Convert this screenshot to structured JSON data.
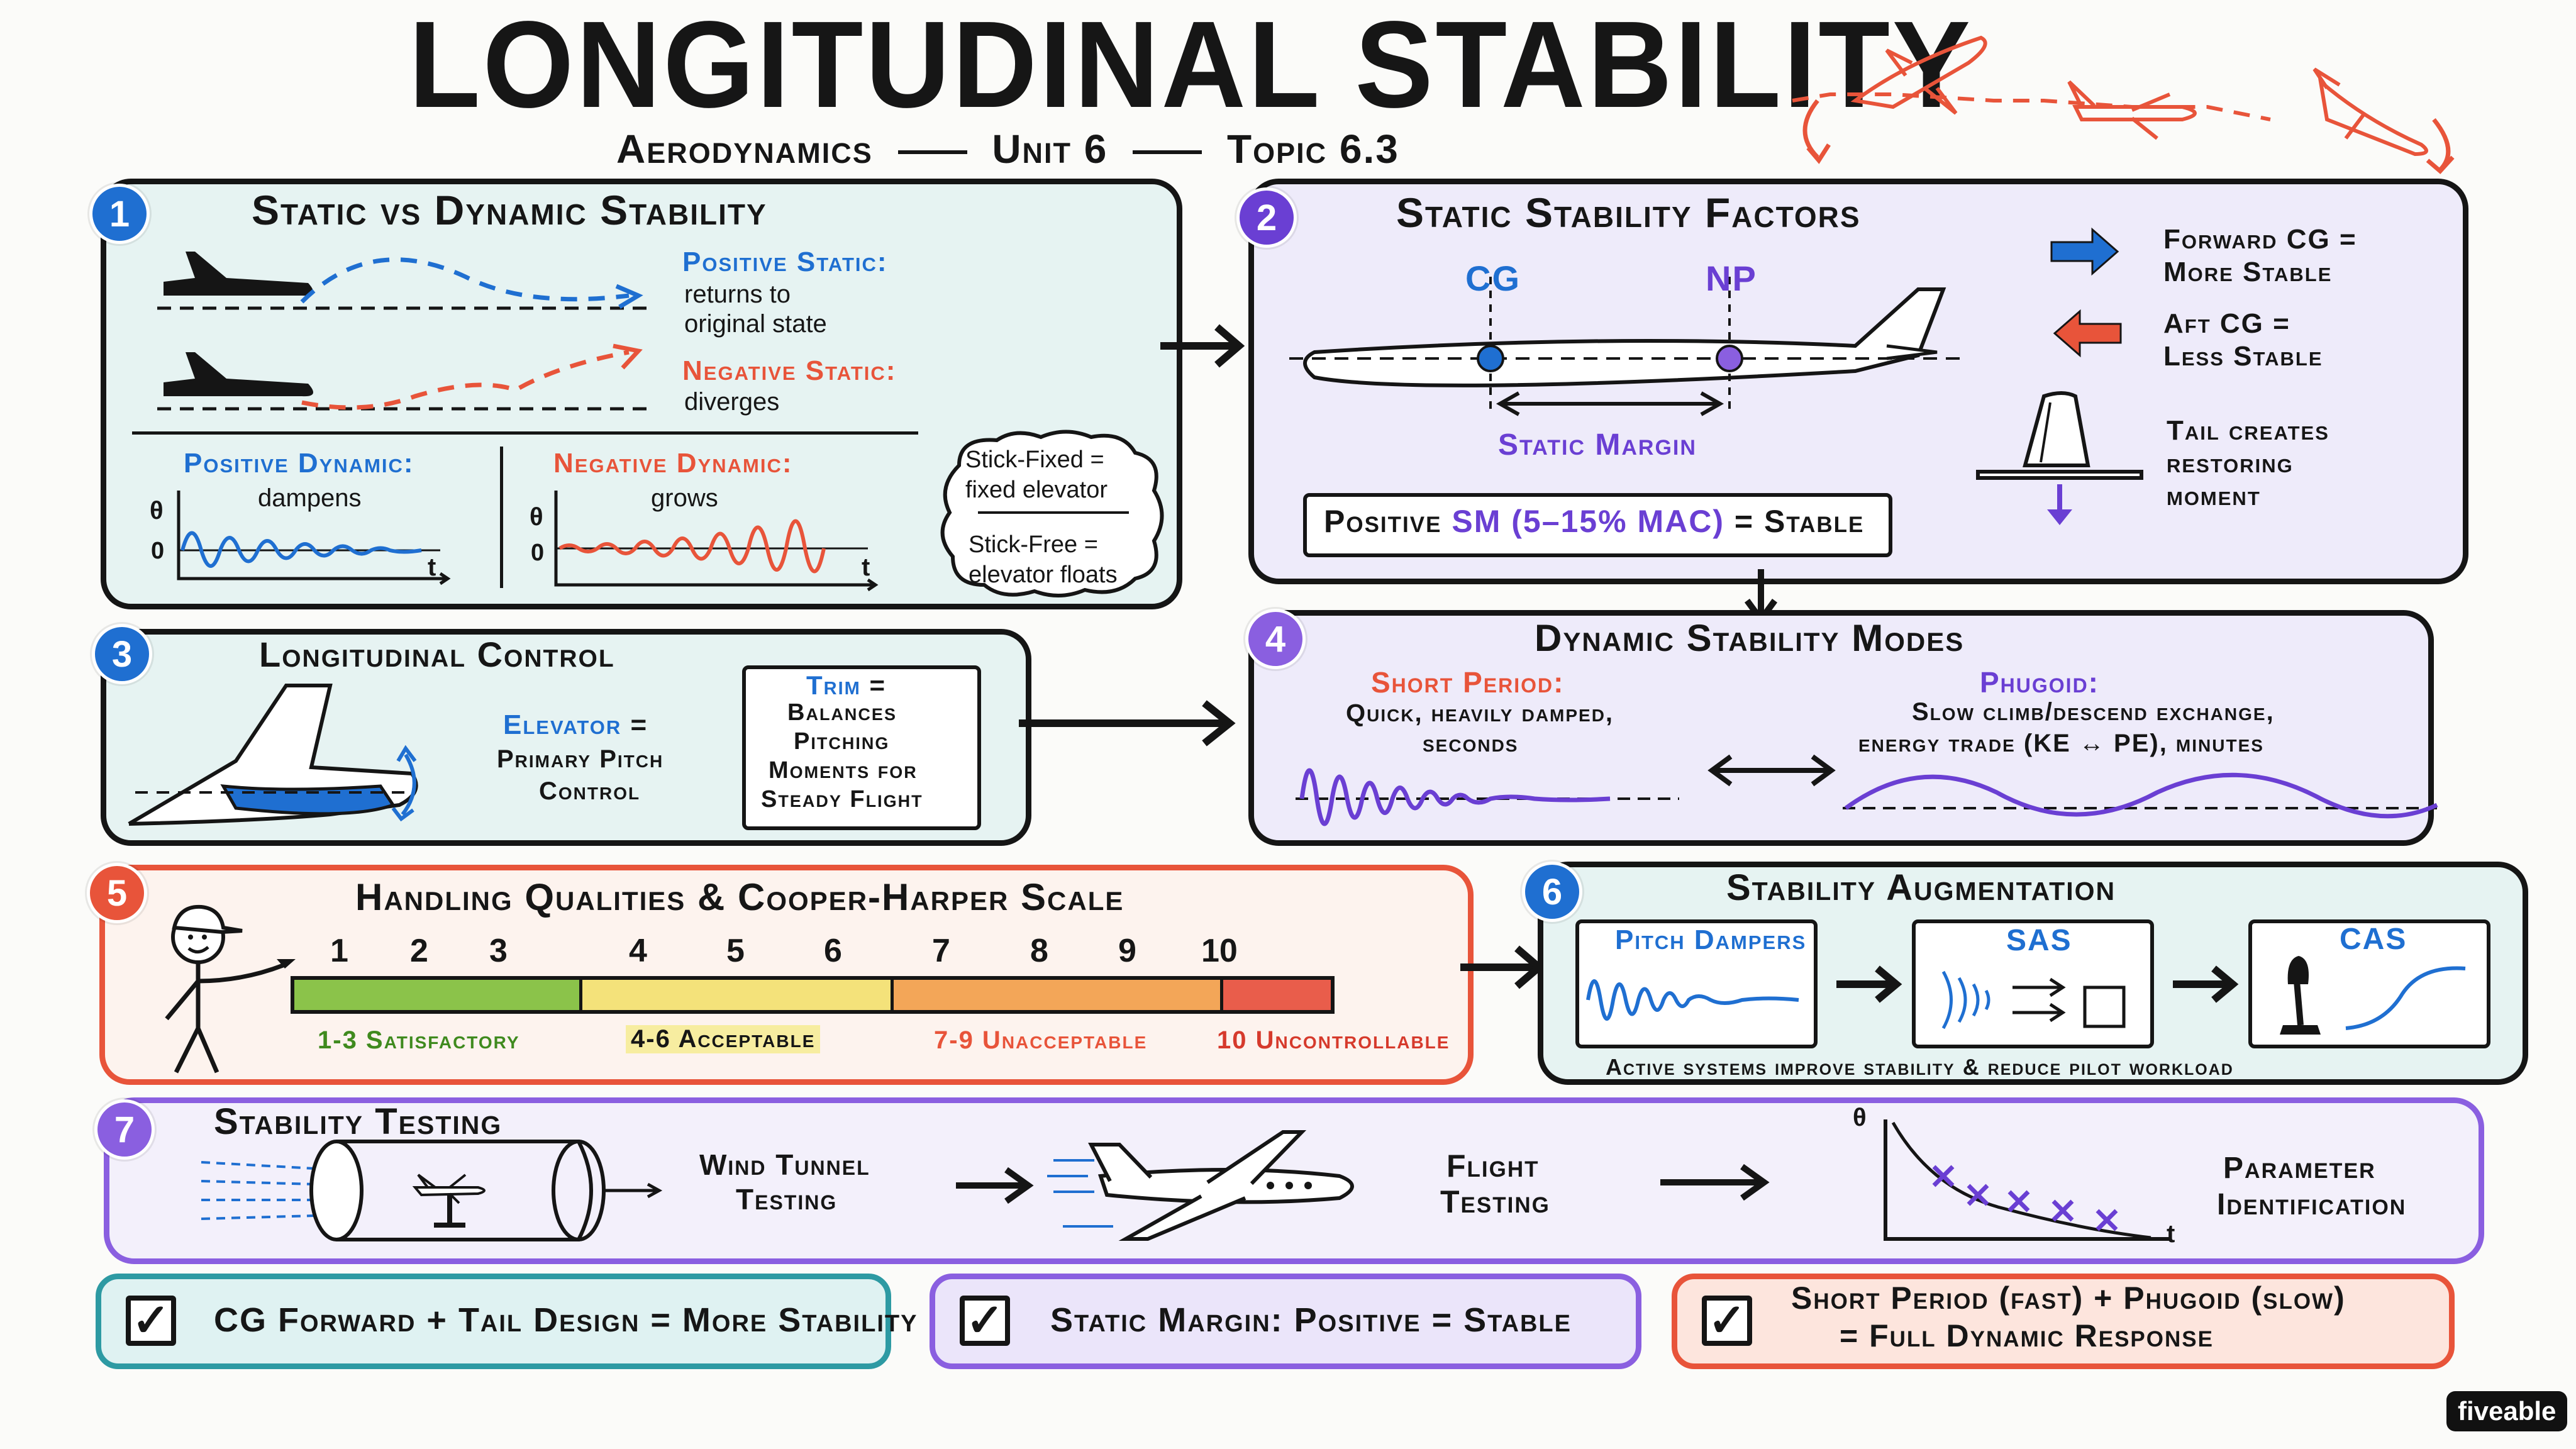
{
  "title": "Longitudinal Stability",
  "subtitle": {
    "subject": "Aerodynamics",
    "unit": "Unit 6",
    "topic": "Topic 6.3"
  },
  "colors": {
    "blue": "#1f6fd1",
    "red": "#e8543a",
    "purple": "#6a3fd3",
    "teal_bg": "#e6f3f2",
    "lavender_bg": "#eeebfa",
    "cream_bg": "#fdf3ee",
    "green": "#8bc34a",
    "yellow": "#f4e27a",
    "orange": "#f3a658",
    "redbar": "#e95d4b"
  },
  "panels": {
    "p1": {
      "number": "1",
      "title": "Static vs Dynamic Stability",
      "pos_static_title": "Positive Static:",
      "pos_static_1": "returns to",
      "pos_static_2": "original state",
      "neg_static_title": "Negative Static:",
      "neg_static_2": "diverges",
      "pos_dyn_title": "Positive Dynamic:",
      "pos_dyn_sub": "dampens",
      "neg_dyn_title": "Negative Dynamic:",
      "neg_dyn_sub": "grows",
      "axis_theta": "θ",
      "axis_zero": "0",
      "axis_t": "t",
      "stick_fixed_1": "Stick-Fixed =",
      "stick_fixed_2": "fixed elevator",
      "stick_free_1": "Stick-Free =",
      "stick_free_2": "elevator floats"
    },
    "p2": {
      "number": "2",
      "title": "Static Stability Factors",
      "cg": "CG",
      "np": "NP",
      "margin": "Static Margin",
      "sm_prefix": "Positive",
      "sm_highlight": "SM (5–15% MAC)",
      "sm_suffix": "= Stable",
      "fwd_1": "Forward CG =",
      "fwd_2": "More Stable",
      "aft_1": "Aft CG =",
      "aft_2": "Less Stable",
      "tail_1": "Tail creates",
      "tail_2": "restoring",
      "tail_3": "moment"
    },
    "p3": {
      "number": "3",
      "title": "Longitudinal Control",
      "elev_title": "Elevator",
      "elev_eq": "=",
      "elev_2": "Primary Pitch",
      "elev_3": "Control",
      "trim_title": "Trim",
      "trim_eq": "=",
      "trim_2": "Balances",
      "trim_3": "Pitching",
      "trim_4": "Moments for",
      "trim_5": "Steady Flight"
    },
    "p4": {
      "number": "4",
      "title": "Dynamic Stability Modes",
      "short_title": "Short Period:",
      "short_1": "Quick, heavily damped,",
      "short_2": "seconds",
      "phug_title": "Phugoid:",
      "phug_1": "Slow climb/descend exchange,",
      "phug_2": "energy trade (KE ↔ PE), minutes"
    },
    "p5": {
      "number": "5",
      "title": "Handling Qualities & Cooper-Harper Scale",
      "ticks": [
        "1",
        "2",
        "3",
        "4",
        "5",
        "6",
        "7",
        "8",
        "9",
        "10"
      ],
      "sat": "1-3 Satisfactory",
      "acc": "4-6 Acceptable",
      "unacc": "7-9 Unacceptable",
      "unctrl": "10 Uncontrollable"
    },
    "p6": {
      "number": "6",
      "title": "Stability Augmentation",
      "pitch": "Pitch Dampers",
      "sas": "SAS",
      "cas": "CAS",
      "footer": "Active systems improve stability & reduce pilot workload"
    },
    "p7": {
      "number": "7",
      "title": "Stability Testing",
      "wind_1": "Wind Tunnel",
      "wind_2": "Testing",
      "flight_1": "Flight",
      "flight_2": "Testing",
      "param_1": "Parameter",
      "param_2": "Identification",
      "axis_theta": "θ",
      "axis_t": "t"
    }
  },
  "summary": [
    {
      "text": "CG Forward + Tail Design = More Stability",
      "check": "✓"
    },
    {
      "text": "Static Margin: Positive = Stable",
      "check": "✓"
    },
    {
      "text_1": "Short Period (fast) + Phugoid (slow)",
      "text_2": "= Full Dynamic Response",
      "check": "✓"
    }
  ],
  "brand": "fiveable"
}
